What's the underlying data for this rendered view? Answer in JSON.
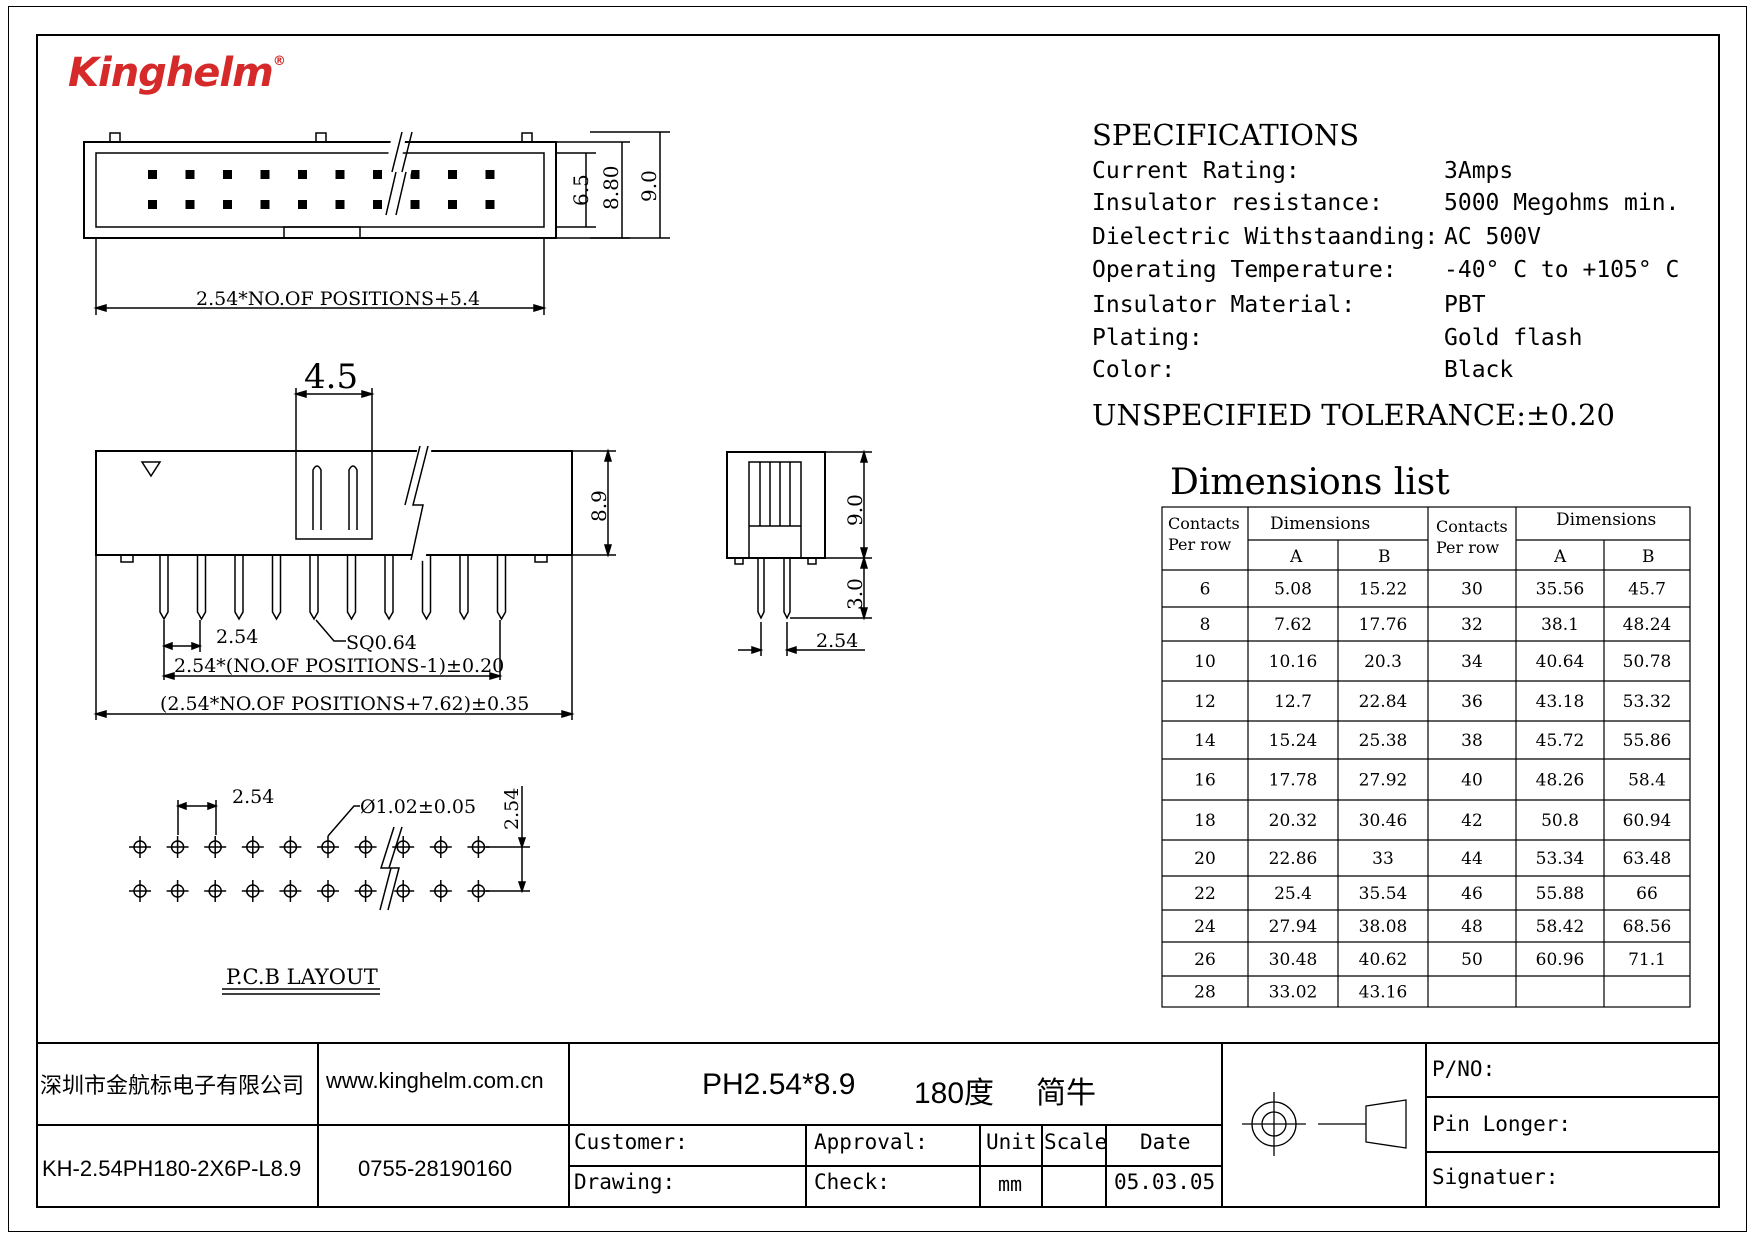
{
  "brand": {
    "name": "Kinghelm",
    "registered": "®",
    "color": "#d62a2a"
  },
  "drawing": {
    "top_view": {
      "length_label": "2.54*NO.OF POSITIONS+5.4",
      "dims": [
        "6.5",
        "8.80",
        "9.0"
      ]
    },
    "front_view": {
      "slot_width": "4.5",
      "height": "8.9",
      "pitch": "2.54",
      "pin_size": "SQ0.64",
      "pin_span": "2.54*(NO.OF POSITIONS-1)±0.20",
      "overall": "(2.54*NO.OF POSITIONS+7.62)±0.35"
    },
    "side_view": {
      "height": "9.0",
      "pin_len": "3.0",
      "pitch": "2.54"
    },
    "pcb": {
      "pitch_x": "2.54",
      "hole": "Ø1.02±0.05",
      "pitch_y": "2.54",
      "label": "P.C.B LAYOUT"
    }
  },
  "specifications": {
    "title": "SPECIFICATIONS",
    "rows": [
      {
        "label": "Current Rating:",
        "value": "3Amps"
      },
      {
        "label": "Insulator resistance:",
        "value": "5000 Megohms min."
      },
      {
        "label": "Dielectric Withstaanding:",
        "value": "AC 500V"
      },
      {
        "label": "Operating Temperature:",
        "value": "-40° C to +105° C"
      },
      {
        "label": "Insulator Material:",
        "value": "PBT"
      },
      {
        "label": "Plating:",
        "value": "Gold flash"
      },
      {
        "label": "Color:",
        "value": "Black"
      }
    ],
    "tolerance": "UNSPECIFIED TOLERANCE:±0.20"
  },
  "dimensions": {
    "title": "Dimensions list",
    "head_contacts": [
      "Contacts",
      "Per row"
    ],
    "head_dimensions": "Dimensions",
    "head_a": "A",
    "head_b": "B",
    "left": [
      [
        "6",
        "5.08",
        "15.22"
      ],
      [
        "8",
        "7.62",
        "17.76"
      ],
      [
        "10",
        "10.16",
        "20.3"
      ],
      [
        "12",
        "12.7",
        "22.84"
      ],
      [
        "14",
        "15.24",
        "25.38"
      ],
      [
        "16",
        "17.78",
        "27.92"
      ],
      [
        "18",
        "20.32",
        "30.46"
      ],
      [
        "20",
        "22.86",
        "33"
      ],
      [
        "22",
        "25.4",
        "35.54"
      ],
      [
        "24",
        "27.94",
        "38.08"
      ],
      [
        "26",
        "30.48",
        "40.62"
      ],
      [
        "28",
        "33.02",
        "43.16"
      ]
    ],
    "right": [
      [
        "30",
        "35.56",
        "45.7"
      ],
      [
        "32",
        "38.1",
        "48.24"
      ],
      [
        "34",
        "40.64",
        "50.78"
      ],
      [
        "36",
        "43.18",
        "53.32"
      ],
      [
        "38",
        "45.72",
        "55.86"
      ],
      [
        "40",
        "48.26",
        "58.4"
      ],
      [
        "42",
        "50.8",
        "60.94"
      ],
      [
        "44",
        "53.34",
        "63.48"
      ],
      [
        "46",
        "55.88",
        "66"
      ],
      [
        "48",
        "58.42",
        "68.56"
      ],
      [
        "50",
        "60.96",
        "71.1"
      ],
      [
        "",
        "",
        ""
      ]
    ]
  },
  "title_block": {
    "company": "深圳市金航标电子有限公司",
    "website": "www.kinghelm.com.cn",
    "part_number": "KH-2.54PH180-2X6P-L8.9",
    "phone": "0755-28190160",
    "product": "PH2.54*8.9",
    "angle": "180度",
    "type": "简牛",
    "customer": "Customer:",
    "approval": "Approval:",
    "unit_label": "Unit",
    "scale_label": "Scale",
    "date_label": "Date",
    "drawing": "Drawing:",
    "check": "Check:",
    "unit": "mm",
    "date": "05.03.05",
    "pno": "P/NO:",
    "pin_longer": "Pin Longer:",
    "signature": "Signatuer:"
  }
}
